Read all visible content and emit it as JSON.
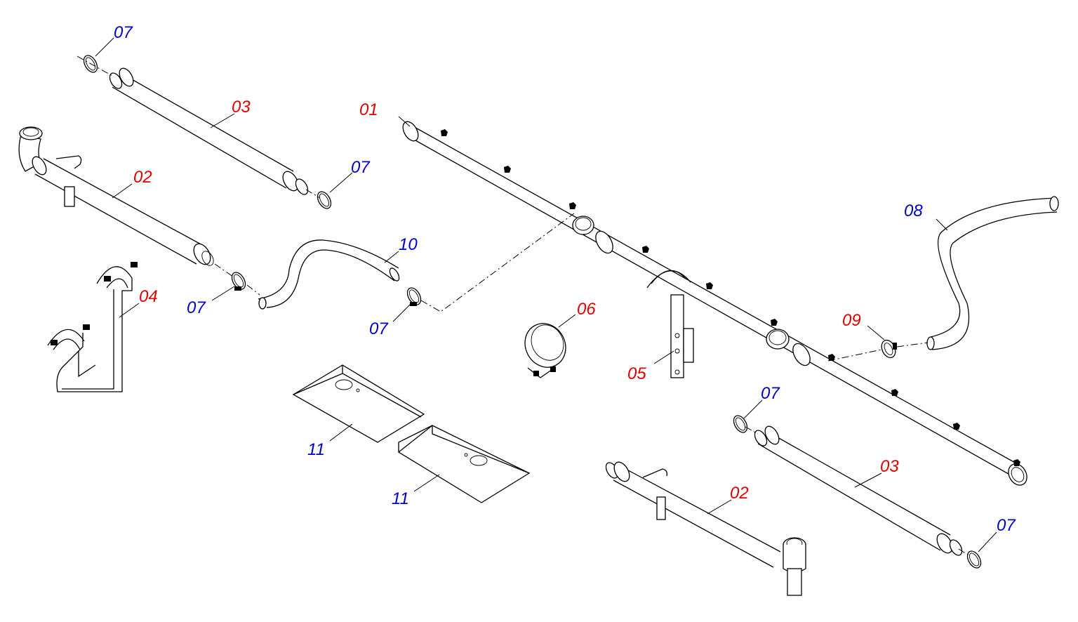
{
  "colors": {
    "main_part_label": "#e00000",
    "accessory_label": "#0000cc",
    "line": "#000000",
    "background": "#ffffff"
  },
  "labels": {
    "pipe_main": "01",
    "pipe_bracket_top": "02",
    "pipe_bracket_bottom": "02",
    "pipe_top": "03",
    "pipe_right": "03",
    "support_frame": "04",
    "hanger": "05",
    "collar": "06",
    "clamp_1": "07",
    "clamp_2": "07",
    "clamp_3": "07",
    "clamp_4": "07",
    "clamp_5": "07",
    "clamp_6": "07",
    "hose_long": "08",
    "hose_clamp": "09",
    "hose_short": "10",
    "cover_left": "11",
    "cover_right": "11"
  }
}
